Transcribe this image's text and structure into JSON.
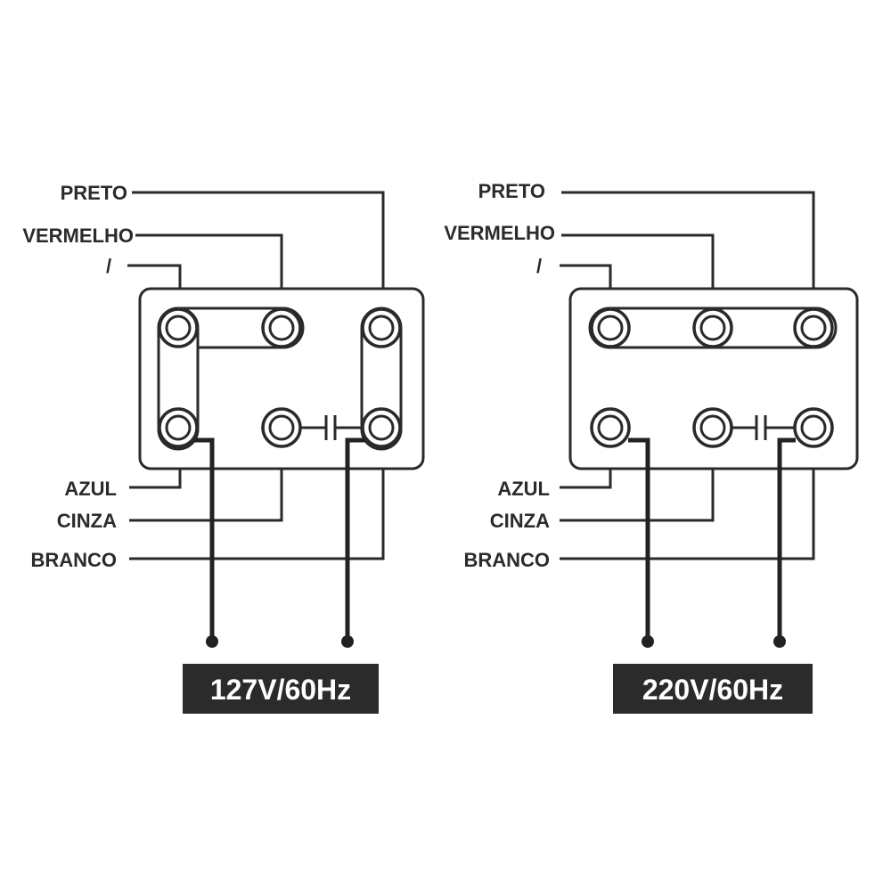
{
  "diagrams": [
    {
      "labels": {
        "preto": "PRETO",
        "vermelho": "VERMELHO",
        "slash": "/",
        "azul": "AZUL",
        "cinza": "CINZA",
        "branco": "BRANCO"
      },
      "voltage": "127V/60Hz"
    },
    {
      "labels": {
        "preto": "PRETO",
        "vermelho": "VERMELHO",
        "slash": "/",
        "azul": "AZUL",
        "cinza": "CINZA",
        "branco": "BRANCO"
      },
      "voltage": "220V/60Hz"
    }
  ]
}
